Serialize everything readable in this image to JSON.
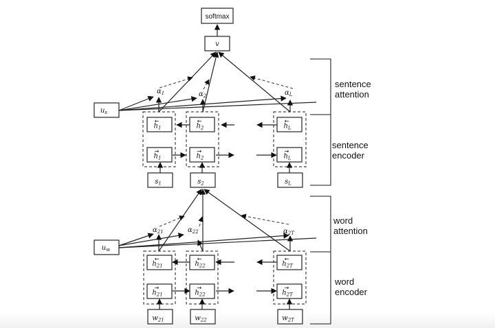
{
  "title": "Hierarchical Attention Network",
  "top": {
    "softmax": "softmax",
    "v": "v"
  },
  "sentence": {
    "context": {
      "base": "u",
      "sub": "s"
    },
    "alphas": [
      {
        "base": "α",
        "sub": "1"
      },
      {
        "base": "α",
        "sub": "2"
      },
      {
        "base": "α",
        "sub": "L"
      }
    ],
    "backward": [
      {
        "base": "h",
        "sub": "1"
      },
      {
        "base": "h",
        "sub": "2"
      },
      {
        "base": "h",
        "sub": "L"
      }
    ],
    "forward": [
      {
        "base": "h",
        "sub": "1"
      },
      {
        "base": "h",
        "sub": "2"
      },
      {
        "base": "h",
        "sub": "L"
      }
    ],
    "inputs": [
      {
        "base": "s",
        "sub": "1"
      },
      {
        "base": "s",
        "sub": "2"
      },
      {
        "base": "s",
        "sub": "L"
      }
    ]
  },
  "word": {
    "context": {
      "base": "u",
      "sub": "w"
    },
    "alphas": [
      {
        "base": "α",
        "sub": "21"
      },
      {
        "base": "α",
        "sub": "22"
      },
      {
        "base": "α",
        "sub": "2T"
      }
    ],
    "backward": [
      {
        "base": "h",
        "sub": "21"
      },
      {
        "base": "h",
        "sub": "22"
      },
      {
        "base": "h",
        "sub": "2T"
      }
    ],
    "forward": [
      {
        "base": "h",
        "sub": "21"
      },
      {
        "base": "h",
        "sub": "22"
      },
      {
        "base": "h",
        "sub": "2T"
      }
    ],
    "inputs": [
      {
        "base": "w",
        "sub": "21"
      },
      {
        "base": "w",
        "sub": "22"
      },
      {
        "base": "w",
        "sub": "2T"
      }
    ]
  },
  "brackets": {
    "sentence_attention": [
      "sentence",
      "attention"
    ],
    "sentence_encoder": [
      "sentence",
      "encoder"
    ],
    "word_attention": [
      "word",
      "attention"
    ],
    "word_encoder": [
      "word",
      "encoder"
    ]
  },
  "arrows": {
    "backward": "←",
    "forward": "→"
  }
}
